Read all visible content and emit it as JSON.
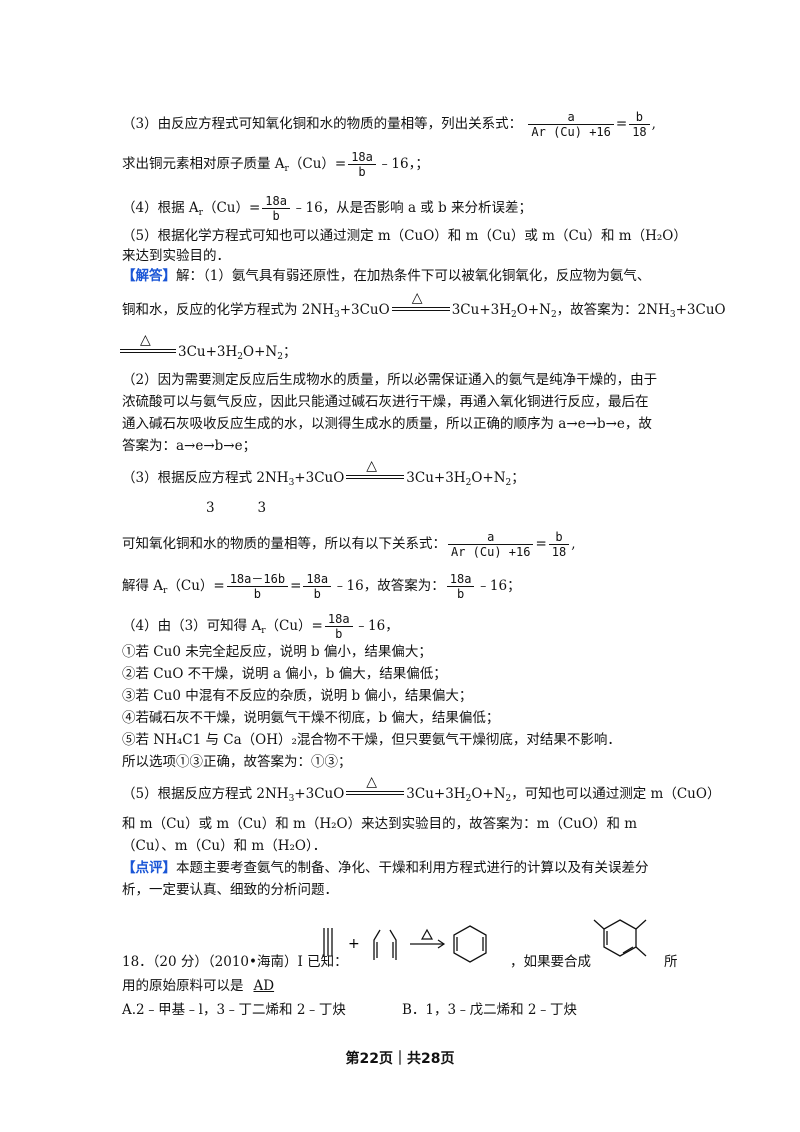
{
  "lines": {
    "l1": "（3）由反应方程式可知氧化铜和水的物质的量相等，列出关系式：",
    "l2": "求出铜元素相对原子质量 A",
    "l2b": "（Cu）=",
    "l2c": "﹣16，；",
    "l3": "（4）根据 A",
    "l3b": "（Cu）=",
    "l3c": "﹣16，从是否影响 a 或 b 来分析误差；",
    "l4": "（5）根据化学方程式可知也可以通过测定 m（CuO）和 m（Cu）或 m（Cu）和 m（H₂O）",
    "l5": "来达到实验目的．",
    "l6_tag": "【解答】",
    "l6": "解：（1）氨气具有弱还原性，在加热条件下可以被氧化铜氧化，反应物为氨气、",
    "l7a": "铜和水，反应的化学方程式为 2NH",
    "l7b": "+3CuO",
    "l7c": "3Cu+3H",
    "l7d": "O+N",
    "l7e": "，故答案为：2NH",
    "l7f": "+3CuO",
    "l8a": "3Cu+3H",
    "l8b": "O+N",
    "l8c": "；",
    "l9": "（2）因为需要测定反应后生成物水的质量，所以必需保证通入的氨气是纯净干燥的，由于",
    "l10": "浓硫酸可以与氨气反应，因此只能通过碱石灰进行干燥，再通入氧化铜进行反应，最后在",
    "l11": "通入碱石灰吸收反应生成的水，以测得生成水的质量，所以正确的顺序为 a→e→b→e，故",
    "l12": "答案为：a→e→b→e；",
    "l13a": "（3）根据反应方程式 2NH",
    "l13b": "+3CuO",
    "l13c": "3Cu+3H",
    "l13d": "O+N",
    "l13e": "；",
    "l14": "3          3",
    "l15": "可知氧化铜和水的物质的量相等，所以有以下关系式：",
    "l16a": "解得 A",
    "l16b": "（Cu）=",
    "l16c": "﹣16，故答案为：",
    "l16d": "﹣16；",
    "l17a": "（4）由（3）可知得 A",
    "l17b": "（Cu）=",
    "l17c": "﹣16，",
    "l18": "①若 Cu0 未完全起反应，说明 b 偏小，结果偏大；",
    "l19": "②若 CuO 不干燥，说明 a 偏小，b 偏大，结果偏低；",
    "l20": "③若 Cu0 中混有不反应的杂质，说明 b 偏小，结果偏大；",
    "l21": "④若碱石灰不干燥，说明氨气干燥不彻底，b 偏大，结果偏低；",
    "l22": "⑤若 NH₄C1 与 Ca（OH）₂混合物不干燥，但只要氨气干燥彻底，对结果不影响．",
    "l23": "所以选项①③正确，故答案为：①③；",
    "l24a": "（5）根据反应方程式 2NH",
    "l24b": "+3CuO",
    "l24c": "3Cu+3H",
    "l24d": "O+N",
    "l24e": "，可知也可以通过测定 m（CuO）",
    "l25": "和 m（Cu）或 m（Cu）和 m（H₂O）来达到实验目的，故答案为：m（CuO）和 m",
    "l26": "（Cu）、m（Cu）和 m（H₂O）．",
    "l27_tag": "【点评】",
    "l27": "本题主要考查氨气的制备、净化、干燥和利用方程式进行的计算以及有关误差分",
    "l28": "析，一定要认真、细致的分析问题．",
    "l29a": "18．（20 分）（2010•海南）I 已知：",
    "l29b": "，如果要合成",
    "l29c": "所",
    "l30a": "用的原始原料可以是",
    "l30b": "AD",
    "l31a": "A.2﹣甲基﹣l，3﹣丁二烯和 2﹣丁炔",
    "l31b": "B．1，3﹣戊二烯和 2﹣丁炔"
  },
  "subs": {
    "r": "r",
    "three": "3",
    "two": "2"
  },
  "fractions": {
    "a": "a",
    "ar_cu_16": "Ar (Cu) +16",
    "b": "b",
    "n18": "18",
    "n18a": "18a",
    "n18a16b": "18a－16b"
  },
  "footer": "第22页｜共28页"
}
